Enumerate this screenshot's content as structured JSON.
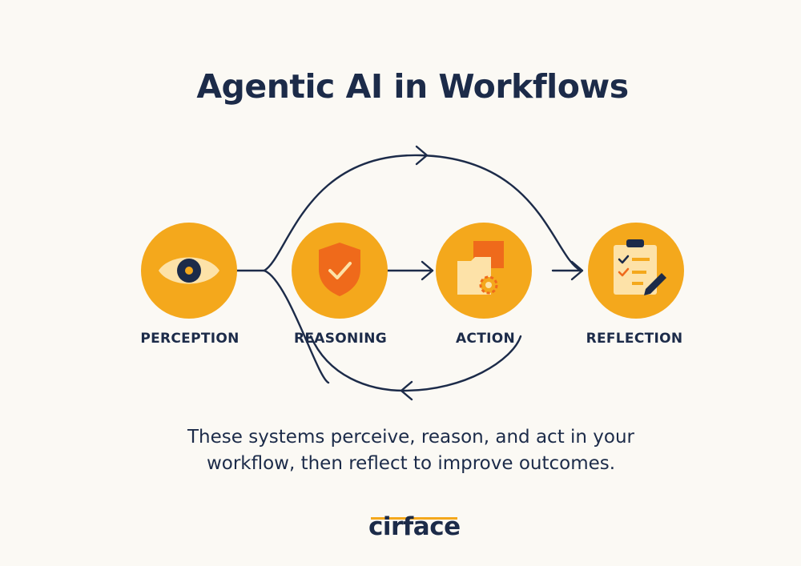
{
  "title": "Agentic AI in Workflows",
  "steps": [
    {
      "label": "PERCEPTION",
      "icon": "eye-icon"
    },
    {
      "label": "REASONING",
      "icon": "shield-check-icon"
    },
    {
      "label": "ACTION",
      "icon": "folder-gear-icon"
    },
    {
      "label": "REFLECTION",
      "icon": "clipboard-checklist-icon"
    }
  ],
  "caption_line1": "These systems perceive, reason, and act in your",
  "caption_line2": "workflow, then reflect to improve outcomes.",
  "brand": "cirface",
  "colors": {
    "background": "#fbf9f4",
    "navy": "#1c2b49",
    "circle": "#f4a81c",
    "accent": "#ef6a1b",
    "icon_light": "#fde2a8"
  }
}
